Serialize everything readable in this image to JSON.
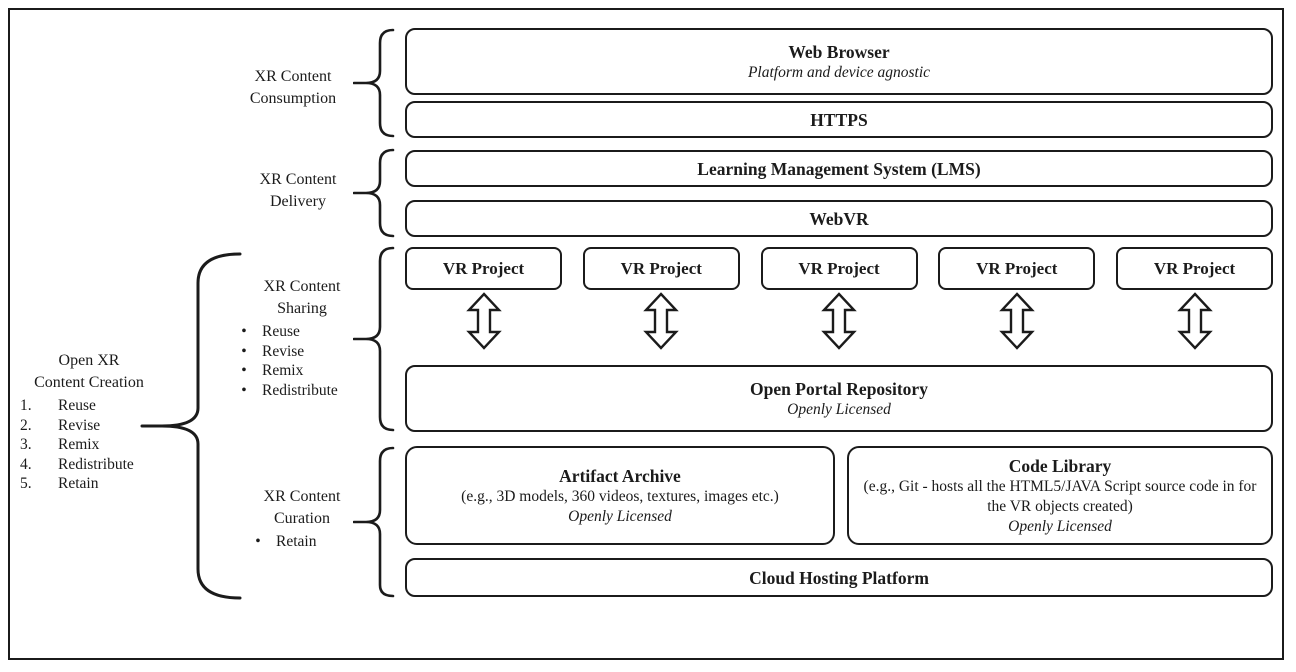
{
  "labels": {
    "creation": {
      "line1": "Open XR",
      "line2": "Content Creation",
      "items": [
        {
          "num": "1.",
          "label": "Reuse"
        },
        {
          "num": "2.",
          "label": "Revise"
        },
        {
          "num": "3.",
          "label": "Remix"
        },
        {
          "num": "4.",
          "label": "Redistribute"
        },
        {
          "num": "5.",
          "label": "Retain"
        }
      ]
    },
    "consumption": {
      "line1": "XR Content",
      "line2": "Consumption"
    },
    "delivery": {
      "line1": "XR Content",
      "line2": "Delivery"
    },
    "sharing": {
      "line1": "XR Content",
      "line2": "Sharing",
      "bullet": "•",
      "items": [
        "Reuse",
        "Revise",
        "Remix",
        "Redistribute"
      ]
    },
    "curation": {
      "line1": "XR Content",
      "line2": "Curation",
      "bullet": "•",
      "items": [
        "Retain"
      ]
    }
  },
  "boxes": {
    "web_browser": {
      "title": "Web Browser",
      "subtitle": "Platform and device agnostic"
    },
    "https": {
      "title": "HTTPS"
    },
    "lms": {
      "title": "Learning Management System (LMS)"
    },
    "webvr": {
      "title": "WebVR"
    },
    "vr_projects": [
      {
        "title": "VR Project"
      },
      {
        "title": "VR Project"
      },
      {
        "title": "VR Project"
      },
      {
        "title": "VR Project"
      },
      {
        "title": "VR Project"
      }
    ],
    "open_portal": {
      "title": "Open Portal Repository",
      "subtitle": "Openly Licensed"
    },
    "artifact_archive": {
      "title": "Artifact Archive",
      "detail": "(e.g., 3D models, 360 videos, textures, images etc.)",
      "license": "Openly Licensed"
    },
    "code_library": {
      "title": "Code Library",
      "detail": "(e.g., Git - hosts all the HTML5/JAVA Script source code in for the VR objects created)",
      "license": "Openly Licensed"
    },
    "cloud": {
      "title": "Cloud Hosting Platform"
    }
  },
  "colors": {
    "ink": "#1b1b1b",
    "background": "#ffffff"
  }
}
